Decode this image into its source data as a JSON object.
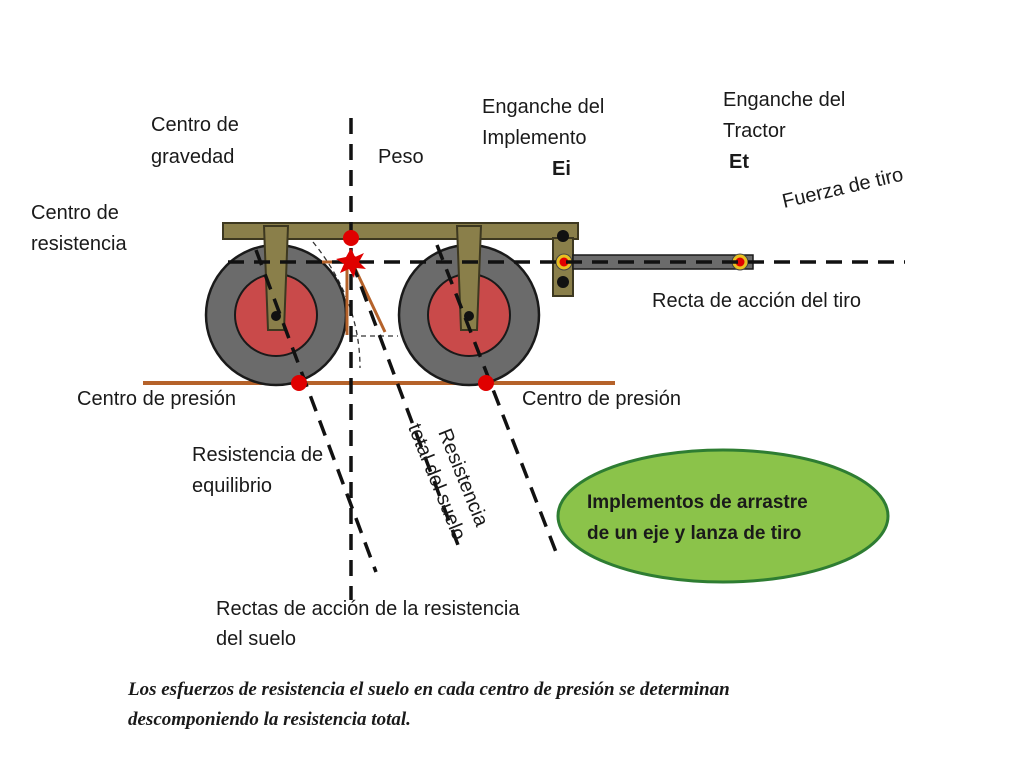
{
  "labels": {
    "centro_gravedad": [
      "Centro de",
      "gravedad"
    ],
    "peso": "Peso",
    "enganche_implemento": [
      "Enganche del",
      "Implemento",
      "Ei"
    ],
    "enganche_tractor": [
      "Enganche del",
      "Tractor",
      "Et"
    ],
    "fuerza_tiro": "Fuerza de tiro",
    "centro_resistencia": [
      "Centro de",
      "resistencia"
    ],
    "recta_accion_tiro": "Recta de acción del tiro",
    "centro_presion_izq": "Centro de presión",
    "centro_presion_der": "Centro de presión",
    "resistencia_equilibrio": [
      "Resistencia de",
      "equilibrio"
    ],
    "resistencia_total": [
      "Resistencia",
      "total del suelo"
    ],
    "rectas_accion": [
      "Rectas de acción de la resistencia",
      "del suelo"
    ]
  },
  "callout": {
    "text": [
      "Implementos de arrastre",
      "de un eje y lanza de tiro"
    ],
    "fill": "#8bc34a",
    "stroke": "#2e7d32"
  },
  "note": [
    "Los esfuerzos de resistencia el suelo en cada centro de presión se determinan",
    "descomponiendo la resistencia total."
  ],
  "colors": {
    "frame": "#8a7f4a",
    "frame_stroke": "#3d3820",
    "tire": "#6b6b6b",
    "rim": "#c94a4a",
    "ground": "#b5622a",
    "marker": "#e00000",
    "drawbar": "#6b6b6b",
    "hitch_ring": "#e8c020"
  },
  "icons": [
    "wheel-icon",
    "hitch-point-icon",
    "force-marker-icon"
  ]
}
